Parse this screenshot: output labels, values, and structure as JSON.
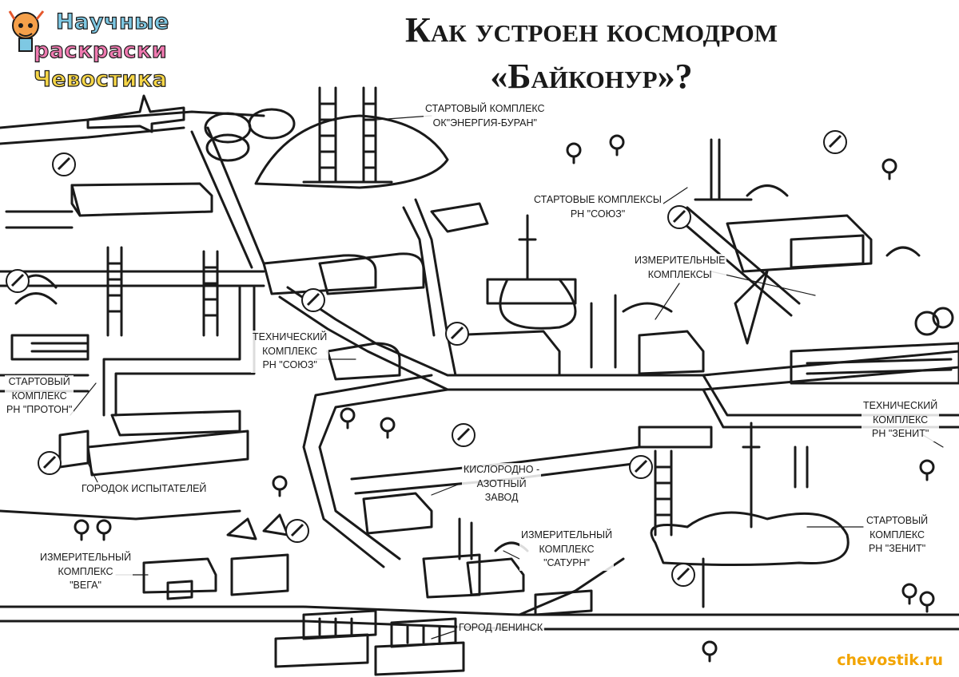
{
  "logo": {
    "line1": "Научные",
    "line2": "раскраски",
    "line3": "Чевостика"
  },
  "title": {
    "line1": "Как устроен космодром",
    "line2": "«Байконур»?"
  },
  "labels": {
    "energia_buran": [
      "Стартовый комплекс",
      "ОК\"Энергия-Буран\""
    ],
    "soyuz_launch": [
      "Стартовые комплексы",
      "РН \"Союз\""
    ],
    "measuring_complexes": [
      "Измерительные",
      "комплексы"
    ],
    "soyuz_technical": [
      "Технический",
      "комплекс",
      "РН \"Союз\""
    ],
    "proton_launch": [
      "Стартовый",
      "комплекс",
      "РН \"Протон\""
    ],
    "testers_town": [
      "Городок испытателей"
    ],
    "oxygen_plant": [
      "Кислородно -",
      "азотный",
      "завод"
    ],
    "zenit_technical": [
      "Технический",
      "комплекс",
      "РН \"Зенит\""
    ],
    "zenit_launch": [
      "Стартовый",
      "комплекс",
      "РН \"Зенит\""
    ],
    "vega": [
      "Измерительный",
      "комплекс",
      "\"Вега\""
    ],
    "saturn": [
      "Измерительный",
      "комплекс",
      "\"Сатурн\""
    ],
    "leninsk": [
      "Город Ленинск"
    ]
  },
  "footer": "chevostik.ru",
  "colors": {
    "logo_blue": "#7ec8e3",
    "logo_pink": "#ef7ab0",
    "logo_yellow": "#f6d648",
    "footer_orange": "#f2a400",
    "ink": "#1a1a1a"
  },
  "icons": [
    "chevostik-pencil-badge-icon",
    "tree-icon",
    "rocket-icon",
    "dome-icon",
    "radar-dish-icon",
    "airplane-icon"
  ]
}
